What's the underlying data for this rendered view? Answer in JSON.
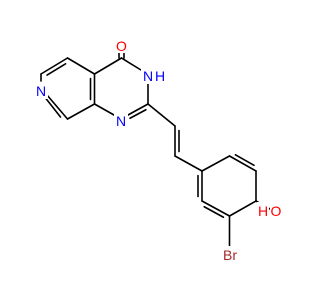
{
  "molecule": {
    "atoms": {
      "carbonyl_o": {
        "label": "O",
        "color": "#ff0000"
      },
      "ring_n_h": {
        "label": "N",
        "color": "#0000ff"
      },
      "ring_h": {
        "label": "H",
        "color": "#0000ff"
      },
      "ring_n": {
        "label": "N",
        "color": "#0000ff"
      },
      "pyridine_n": {
        "label": "N",
        "color": "#0000ff"
      },
      "hydroxyl_o": {
        "label": "O",
        "color": "#ff0000"
      },
      "hydroxyl_h": {
        "label": "H",
        "color": "#ff0000"
      },
      "bromine": {
        "label": "Br",
        "color": "#a52a2a"
      }
    },
    "bond_color": "#000000",
    "background": "#ffffff"
  }
}
